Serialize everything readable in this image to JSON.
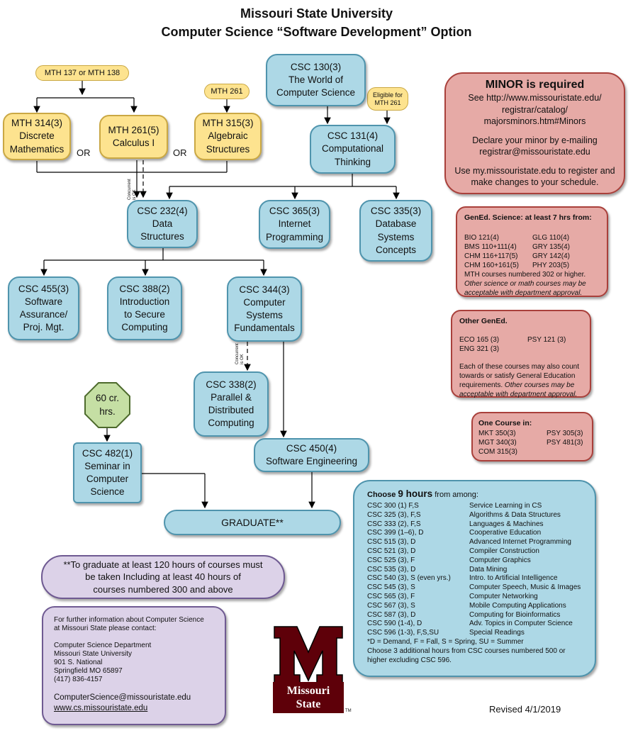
{
  "header": {
    "title": "Missouri State University",
    "subtitle": "Computer Science “Software Development” Option"
  },
  "prereqs": {
    "mth137_138": "MTH 137 or MTH 138",
    "mth261": "MTH 261",
    "eligible": [
      "Eligible for",
      "MTH 261"
    ]
  },
  "courses": {
    "mth314": [
      "MTH 314(3)",
      "Discrete",
      "Mathematics"
    ],
    "mth261": [
      "MTH 261(5)",
      "Calculus I"
    ],
    "mth315": [
      "MTH 315(3)",
      "Algebraic",
      "Structures"
    ],
    "csc130": [
      "CSC 130(3)",
      "The World of",
      "Computer Science"
    ],
    "csc131": [
      "CSC 131(4)",
      "Computational",
      "Thinking"
    ],
    "csc232": [
      "CSC 232(4)",
      "Data",
      "Structures"
    ],
    "csc365": [
      "CSC 365(3)",
      "Internet",
      "Programming"
    ],
    "csc335": [
      "CSC 335(3)",
      "Database",
      "Systems",
      "Concepts"
    ],
    "csc455": [
      "CSC 455(3)",
      "Software",
      "Assurance/",
      "Proj. Mgt."
    ],
    "csc388": [
      "CSC 388(2)",
      "Introduction",
      "to Secure",
      "Computing"
    ],
    "csc344": [
      "CSC 344(3)",
      "Computer",
      "Systems",
      "Fundamentals"
    ],
    "csc338": [
      "CSC 338(2)",
      "Parallel &",
      "Distributed",
      "Computing"
    ],
    "csc482": [
      "CSC 482(1)",
      "Seminar in",
      "Computer",
      "Science"
    ],
    "csc450": [
      "CSC 450(4)",
      "Software Engineering"
    ]
  },
  "or_label": "OR",
  "concurrent": [
    "Concurrent",
    "is OK"
  ],
  "hours_badge": [
    "60 cr.",
    "hrs."
  ],
  "graduate": "GRADUATE**",
  "graduate_note": [
    "**To graduate at least 120 hours of courses must",
    "be taken Including at least 40 hours of",
    "courses numbered 300 and above"
  ],
  "minor": {
    "title": "MINOR is required",
    "lines": [
      "See http://www.missouristate.edu/",
      "registrar/catalog/",
      "majorsminors.htm#Minors"
    ],
    "declare": [
      "Declare your minor by e-mailing",
      "registrar@missouristate.edu"
    ],
    "register": [
      "Use my.missouristate.edu to register and",
      "make changes to your schedule."
    ]
  },
  "gened_science": {
    "heading": "GenEd. Science:  at least 7 hrs from:",
    "courses": [
      [
        "BIO 121(4)",
        "GLG 110(4)"
      ],
      [
        "BMS 110+111(4)",
        "GRY 135(4)"
      ],
      [
        "CHM 116+117(5)",
        "GRY 142(4)"
      ],
      [
        "CHM 160+161(5)",
        "PHY 203(5)"
      ]
    ],
    "mth_note": "MTH courses numbered 302 or higher.",
    "other_note": "Other science or math courses may be acceptable with department approval."
  },
  "other_gened": {
    "heading": "Other GenEd.",
    "courses": [
      [
        "ECO 165 (3)",
        "PSY 121 (3)"
      ],
      [
        "ENG 321 (3)",
        ""
      ]
    ],
    "note": "Each of these courses may also count towards or satisfy General Education requirements.",
    "note_italic": "Other courses may be acceptable with department approval."
  },
  "one_course": {
    "heading": "One Course in:",
    "courses": [
      [
        "MKT 350(3)",
        "PSY 305(3)"
      ],
      [
        "MGT 340(3)",
        "PSY 481(3)"
      ],
      [
        "COM 315(3)",
        ""
      ]
    ]
  },
  "electives": {
    "heading_pre": "Choose ",
    "heading_num": "9 hours",
    "heading_post": " from among:",
    "rows": [
      [
        "CSC 300 (1) F,S",
        "Service Learning in CS"
      ],
      [
        "CSC 325 (3), F,S",
        "Algorithms & Data Structures"
      ],
      [
        "CSC 333 (2), F,S",
        "Languages & Machines"
      ],
      [
        "CSC 399 (1–6), D",
        "Cooperative Education"
      ],
      [
        "CSC 515 (3), D",
        "Advanced Internet Programming"
      ],
      [
        "CSC 521 (3), D",
        "Compiler Construction"
      ],
      [
        "CSC 525 (3), F",
        "Computer Graphics"
      ],
      [
        "CSC 535 (3), D",
        "Data Mining"
      ],
      [
        "CSC 540 (3), S (even yrs.)",
        "Intro. to Artificial Intelligence"
      ],
      [
        "CSC 545 (3), S",
        "Computer Speech, Music & Images"
      ],
      [
        "CSC 565 (3), F",
        "Computer Networking"
      ],
      [
        "CSC 567 (3), S",
        "Mobile Computing Applications"
      ],
      [
        "CSC 587 (3), D",
        "Computing for Bioinformatics"
      ],
      [
        "CSC 590 (1-4), D",
        "Adv. Topics in Computer Science"
      ],
      [
        "CSC 596 (1-3), F,S,SU",
        "Special Readings"
      ]
    ],
    "legend": "*D = Demand, F = Fall, S = Spring, SU = Summer",
    "extra": "Choose 3 additional hours from CSC courses numbered 500 or higher excluding CSC 596."
  },
  "contact": {
    "intro": [
      "For further information about Computer Science",
      "at Missouri State please contact:"
    ],
    "address": [
      "Computer Science Department",
      "Missouri State University",
      "901 S. National",
      "Springfield MO 65897",
      "(417) 836-4157"
    ],
    "email": "ComputerScience@missouristate.edu",
    "web": "www.cs.missouristate.edu"
  },
  "logo": {
    "line1": "Missouri",
    "line2": "State",
    "tm": "TM"
  },
  "revised": "Revised 4/1/2019",
  "colors": {
    "course": "#add8e6",
    "prereq": "#fde38f",
    "info": "#e6aaa6",
    "note": "#dcd2e8",
    "maroon": "#5e0009"
  }
}
